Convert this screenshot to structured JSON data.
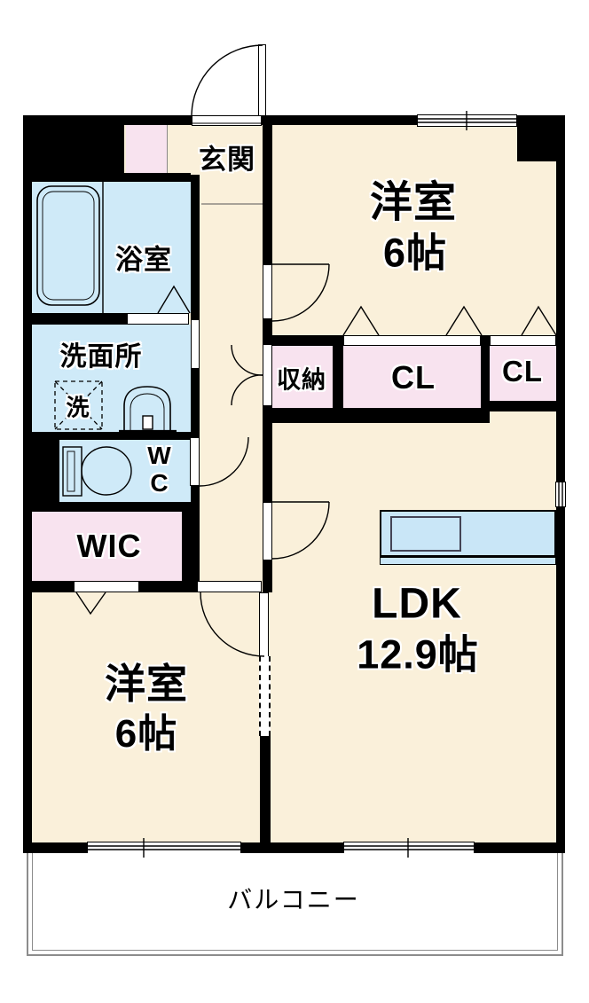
{
  "floorplan": {
    "rooms": {
      "entry": {
        "label": "玄関"
      },
      "bath": {
        "label": "浴室"
      },
      "washroom": {
        "label": "洗面所"
      },
      "washer": {
        "label": "洗"
      },
      "toilet": {
        "line1": "W",
        "line2": "C"
      },
      "wic": {
        "label": "WIC"
      },
      "bedroom_top": {
        "label": "洋室",
        "size": "6帖"
      },
      "storage": {
        "label": "収納"
      },
      "closet": {
        "label": "CL"
      },
      "closet_small": {
        "label": "CL"
      },
      "ldk": {
        "label": "LDK",
        "size": "12.9帖"
      },
      "bedroom_bottom": {
        "label": "洋室",
        "size": "6帖"
      },
      "balcony": {
        "label": "バルコニー"
      }
    },
    "colors": {
      "wall": "#000000",
      "floor_cream": "#faf0da",
      "water_blue": "#cfeaf8",
      "closet_pink": "#f8e3ef",
      "counter_blue": "#c9e6f7",
      "balcony_line": "#8c8c8c"
    }
  }
}
